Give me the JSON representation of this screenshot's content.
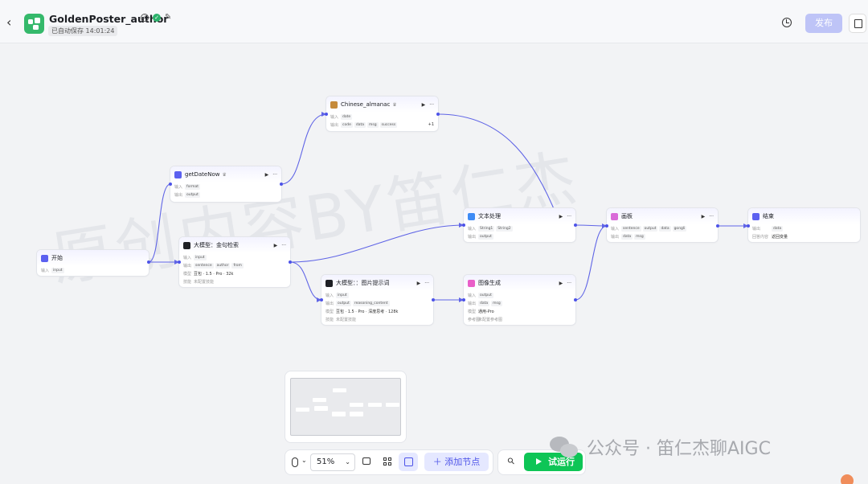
{
  "header": {
    "title": "GoldenPoster_author",
    "autosave": "已自动保存 14:01:24",
    "publish_label": "发布"
  },
  "watermark": "原创内容BY笛仁杰",
  "nodes": {
    "start": {
      "title": "开始",
      "rows": [
        {
          "label": "输入",
          "tags": [
            "input"
          ]
        }
      ]
    },
    "getdate": {
      "title": "getDateNow",
      "rows": [
        {
          "label": "输入",
          "tags": [
            "format"
          ]
        },
        {
          "label": "输出",
          "tags": [
            "output"
          ]
        }
      ]
    },
    "almanac": {
      "title": "Chinese_almanac",
      "rows": [
        {
          "label": "输入",
          "tags": [
            "date"
          ]
        },
        {
          "label": "输出",
          "tags": [
            "code",
            "data",
            "msg",
            "success"
          ],
          "more": "+1"
        }
      ]
    },
    "llm1": {
      "title": "大模型：金句检索",
      "rows": [
        {
          "label": "输入",
          "tags": [
            "input"
          ]
        },
        {
          "label": "输出",
          "tags": [
            "sentence",
            "author",
            "from"
          ]
        },
        {
          "label": "模型",
          "value": "豆包 · 1.5 · Pro · 32k"
        },
        {
          "label": "技能",
          "value": "未配置技能"
        }
      ]
    },
    "text": {
      "title": "文本处理",
      "rows": [
        {
          "label": "输入",
          "tags": [
            "String1",
            "String2"
          ]
        },
        {
          "label": "输出",
          "tags": [
            "output"
          ]
        }
      ]
    },
    "llm2": {
      "title": "大模型：：图片提示词",
      "rows": [
        {
          "label": "输入",
          "tags": [
            "input"
          ]
        },
        {
          "label": "输出",
          "tags": [
            "output",
            "reasoning_content"
          ]
        },
        {
          "label": "模型",
          "value": "豆包 · 1.5 · Pro · 深度思考 · 128k"
        },
        {
          "label": "技能",
          "value": "未配置技能"
        }
      ]
    },
    "image": {
      "title": "图像生成",
      "rows": [
        {
          "label": "输入",
          "tags": [
            "output"
          ]
        },
        {
          "label": "输出",
          "tags": [
            "data",
            "msg"
          ]
        },
        {
          "label": "模型",
          "value": "通用-Pro"
        },
        {
          "label": "参考图",
          "value": "未配置参考图"
        }
      ]
    },
    "canvas": {
      "title": "画板",
      "rows": [
        {
          "label": "输入",
          "tags": [
            "sentence",
            "output",
            "data",
            "gongli"
          ]
        },
        {
          "label": "输出",
          "tags": [
            "data",
            "msg"
          ]
        }
      ]
    },
    "end": {
      "title": "结束",
      "rows": [
        {
          "label": "输出",
          "tags": [
            "data"
          ]
        },
        {
          "label": "回答内容",
          "value": "返回变量"
        }
      ]
    }
  },
  "toolbar": {
    "zoom": "51%",
    "add_node_label": "添加节点",
    "run_label": "试运行"
  },
  "wechat_watermark": "公众号 · 笛仁杰聊AIGC",
  "colors": {
    "accent": "#4d53e8",
    "run": "#0ec556",
    "start_icon": "#5b60f0",
    "llm_icon": "#1d1f24",
    "text_icon": "#3e8bf5",
    "image_icon": "#e95ec8",
    "canvas_icon": "#d96ad8",
    "almanac_icon": "#c58a3a"
  }
}
